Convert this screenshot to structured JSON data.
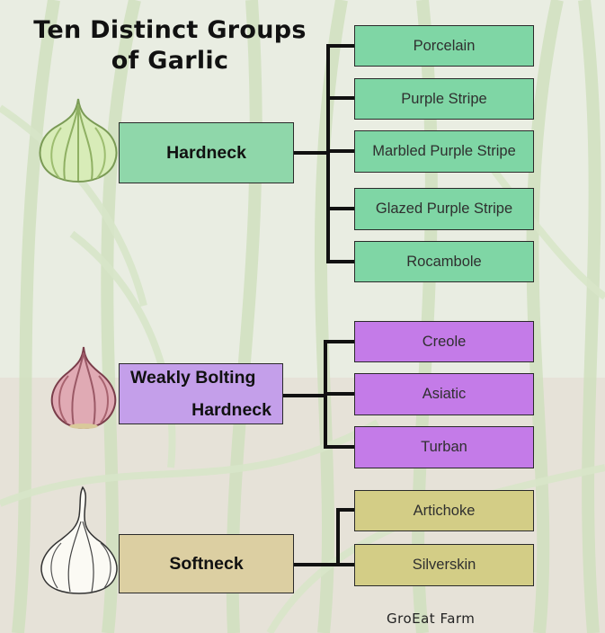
{
  "title": {
    "line1": "Ten Distinct Groups",
    "line2": "of Garlic"
  },
  "groups": [
    {
      "name": "Hardneck",
      "color": "#7fd6a5",
      "icon": "green-garlic-bulb-icon",
      "subtypes": [
        "Porcelain",
        "Purple Stripe",
        "Marbled Purple Stripe",
        "Glazed Purple Stripe",
        "Rocambole"
      ]
    },
    {
      "name_line1": "Weakly Bolting",
      "name_line2": "Hardneck",
      "color": "#c47be8",
      "icon": "pink-garlic-bulb-icon",
      "subtypes": [
        "Creole",
        "Asiatic",
        "Turban"
      ]
    },
    {
      "name": "Softneck",
      "color": "#d3cd86",
      "icon": "white-garlic-bulb-icon",
      "subtypes": [
        "Artichoke",
        "Silverskin"
      ]
    }
  ],
  "credit": "GroEat Farm"
}
